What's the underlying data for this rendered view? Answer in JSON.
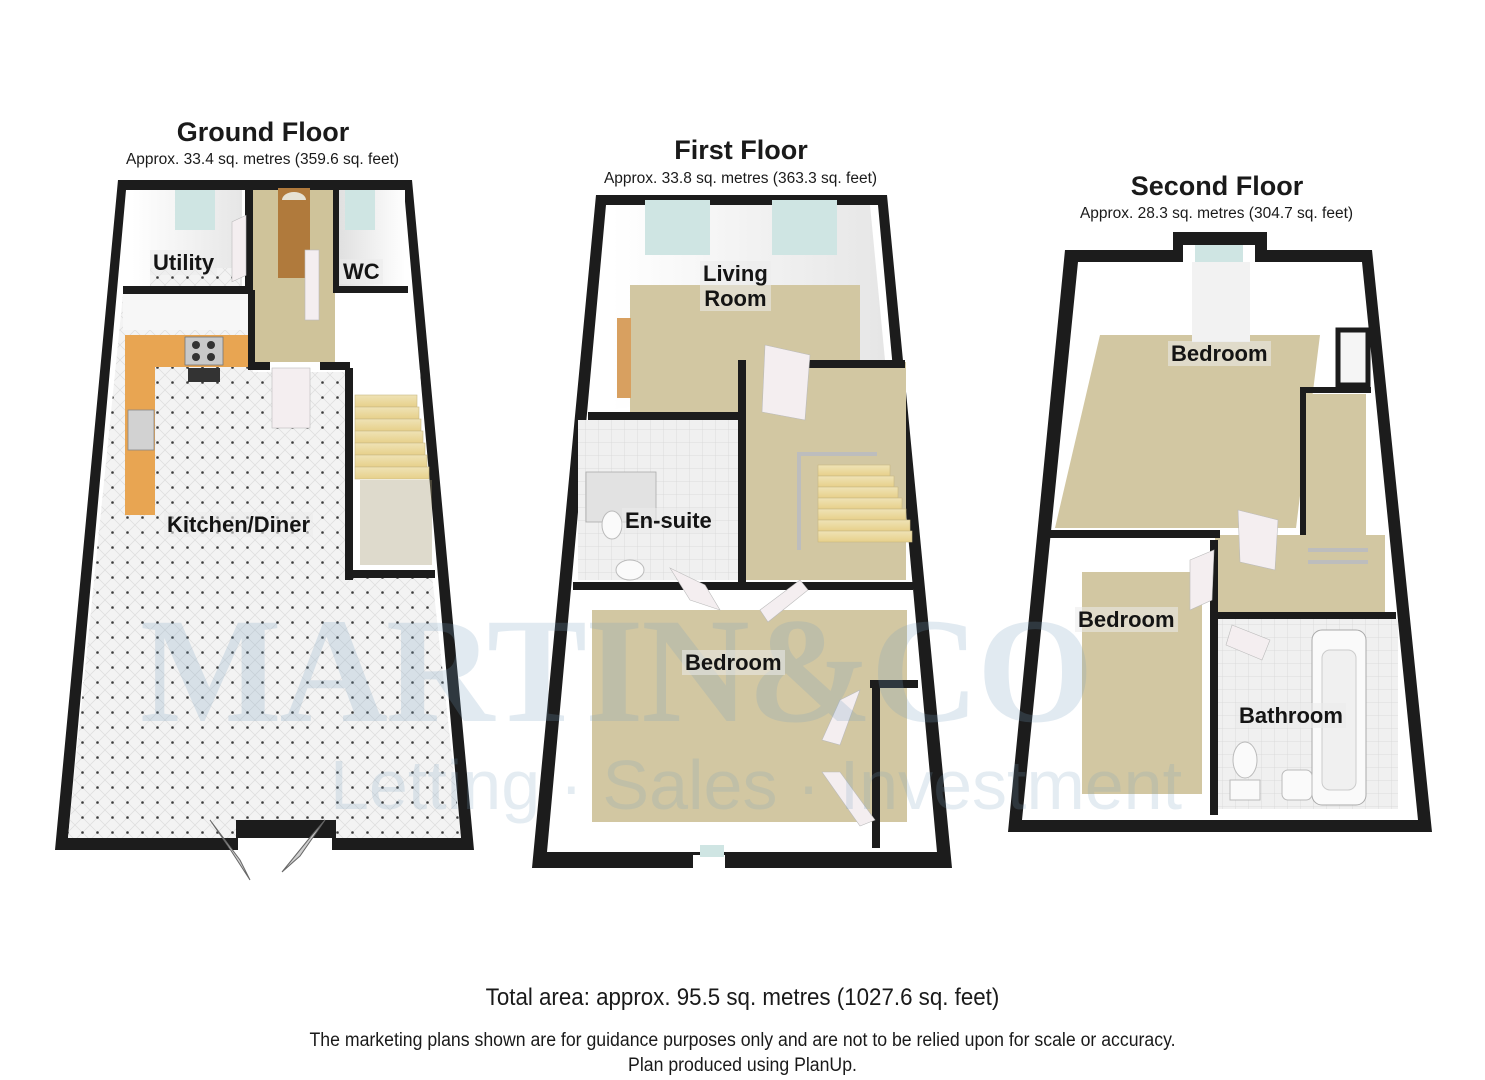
{
  "floors": [
    {
      "name": "Ground Floor",
      "area": "Approx.  33.4 sq. metres (359.6 sq. feet)",
      "rooms": [
        "Utility",
        "WC",
        "Kitchen/Diner"
      ]
    },
    {
      "name": "First Floor",
      "area": "Approx.  33.8 sq. metres (363.3 sq. feet)",
      "rooms": [
        "Living\nRoom",
        "En-suite",
        "Bedroom"
      ]
    },
    {
      "name": "Second Floor",
      "area": "Approx.  28.3 sq. metres (304.7 sq. feet)",
      "rooms": [
        "Bedroom",
        "Bedroom",
        "Bathroom"
      ]
    }
  ],
  "living_room": {
    "line1": "Living",
    "line2": "Room"
  },
  "watermark": {
    "brand": "MARTIN&CO",
    "tagline": "Letting · Sales · Investment"
  },
  "footer": {
    "total": "Total area: approx.  95.5 sq. metres (1027.6 sq. feet)",
    "disclaimer_line1": "The marketing plans shown are for guidance purposes only and are not to be relied upon for scale or accuracy.",
    "disclaimer_line2": "Plan produced using PlanUp."
  },
  "colors": {
    "wall": "#1c1c1c",
    "carpet": "#d2c7a2",
    "tile": "#f1f1f1",
    "worktop": "#e8a552",
    "window": "#cfe5e3",
    "door_front": "#b07a3c",
    "watermark": "#9bb8cf"
  }
}
